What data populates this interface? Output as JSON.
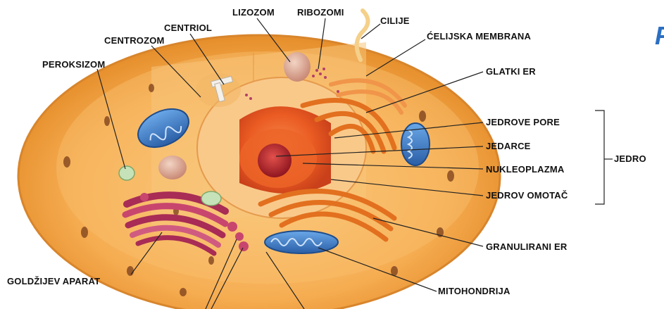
{
  "labels": {
    "lizozom": "LIZOZOM",
    "ribozomi": "RIBOZOMI",
    "cilije": "CILIJE",
    "centriol": "CENTRIOL",
    "centrozom": "CENTROZOM",
    "celijska_membrana": "ĆELIJSKA MEMBRANA",
    "peroksizom": "PEROKSIZOM",
    "glatki_er": "GLATKI ER",
    "jedrove_pore": "JEDROVE PORE",
    "jedarce": "JEDARCE",
    "nukleoplazma": "NUKLEOPLAZMA",
    "jedrov_omotac": "JEDROV OMOTAČ",
    "jedro": "JEDRO",
    "granulirani_er": "GRANULIRANI ER",
    "goldzijev_aparat": "GOLDŽIJEV APARAT",
    "mitohondrija": "MITOHONDRIJA"
  },
  "partial_title": "F",
  "colors": {
    "cell_outer": "#f4a84a",
    "cytoplasm": "#f7b45e",
    "nucleus": "#e8531e",
    "nucleolus": "#b8232b",
    "mitochondria": "#3a7dc7",
    "golgi": "#c8466e",
    "er": "#e77b2a",
    "title_blue": "#2b6fc2"
  }
}
